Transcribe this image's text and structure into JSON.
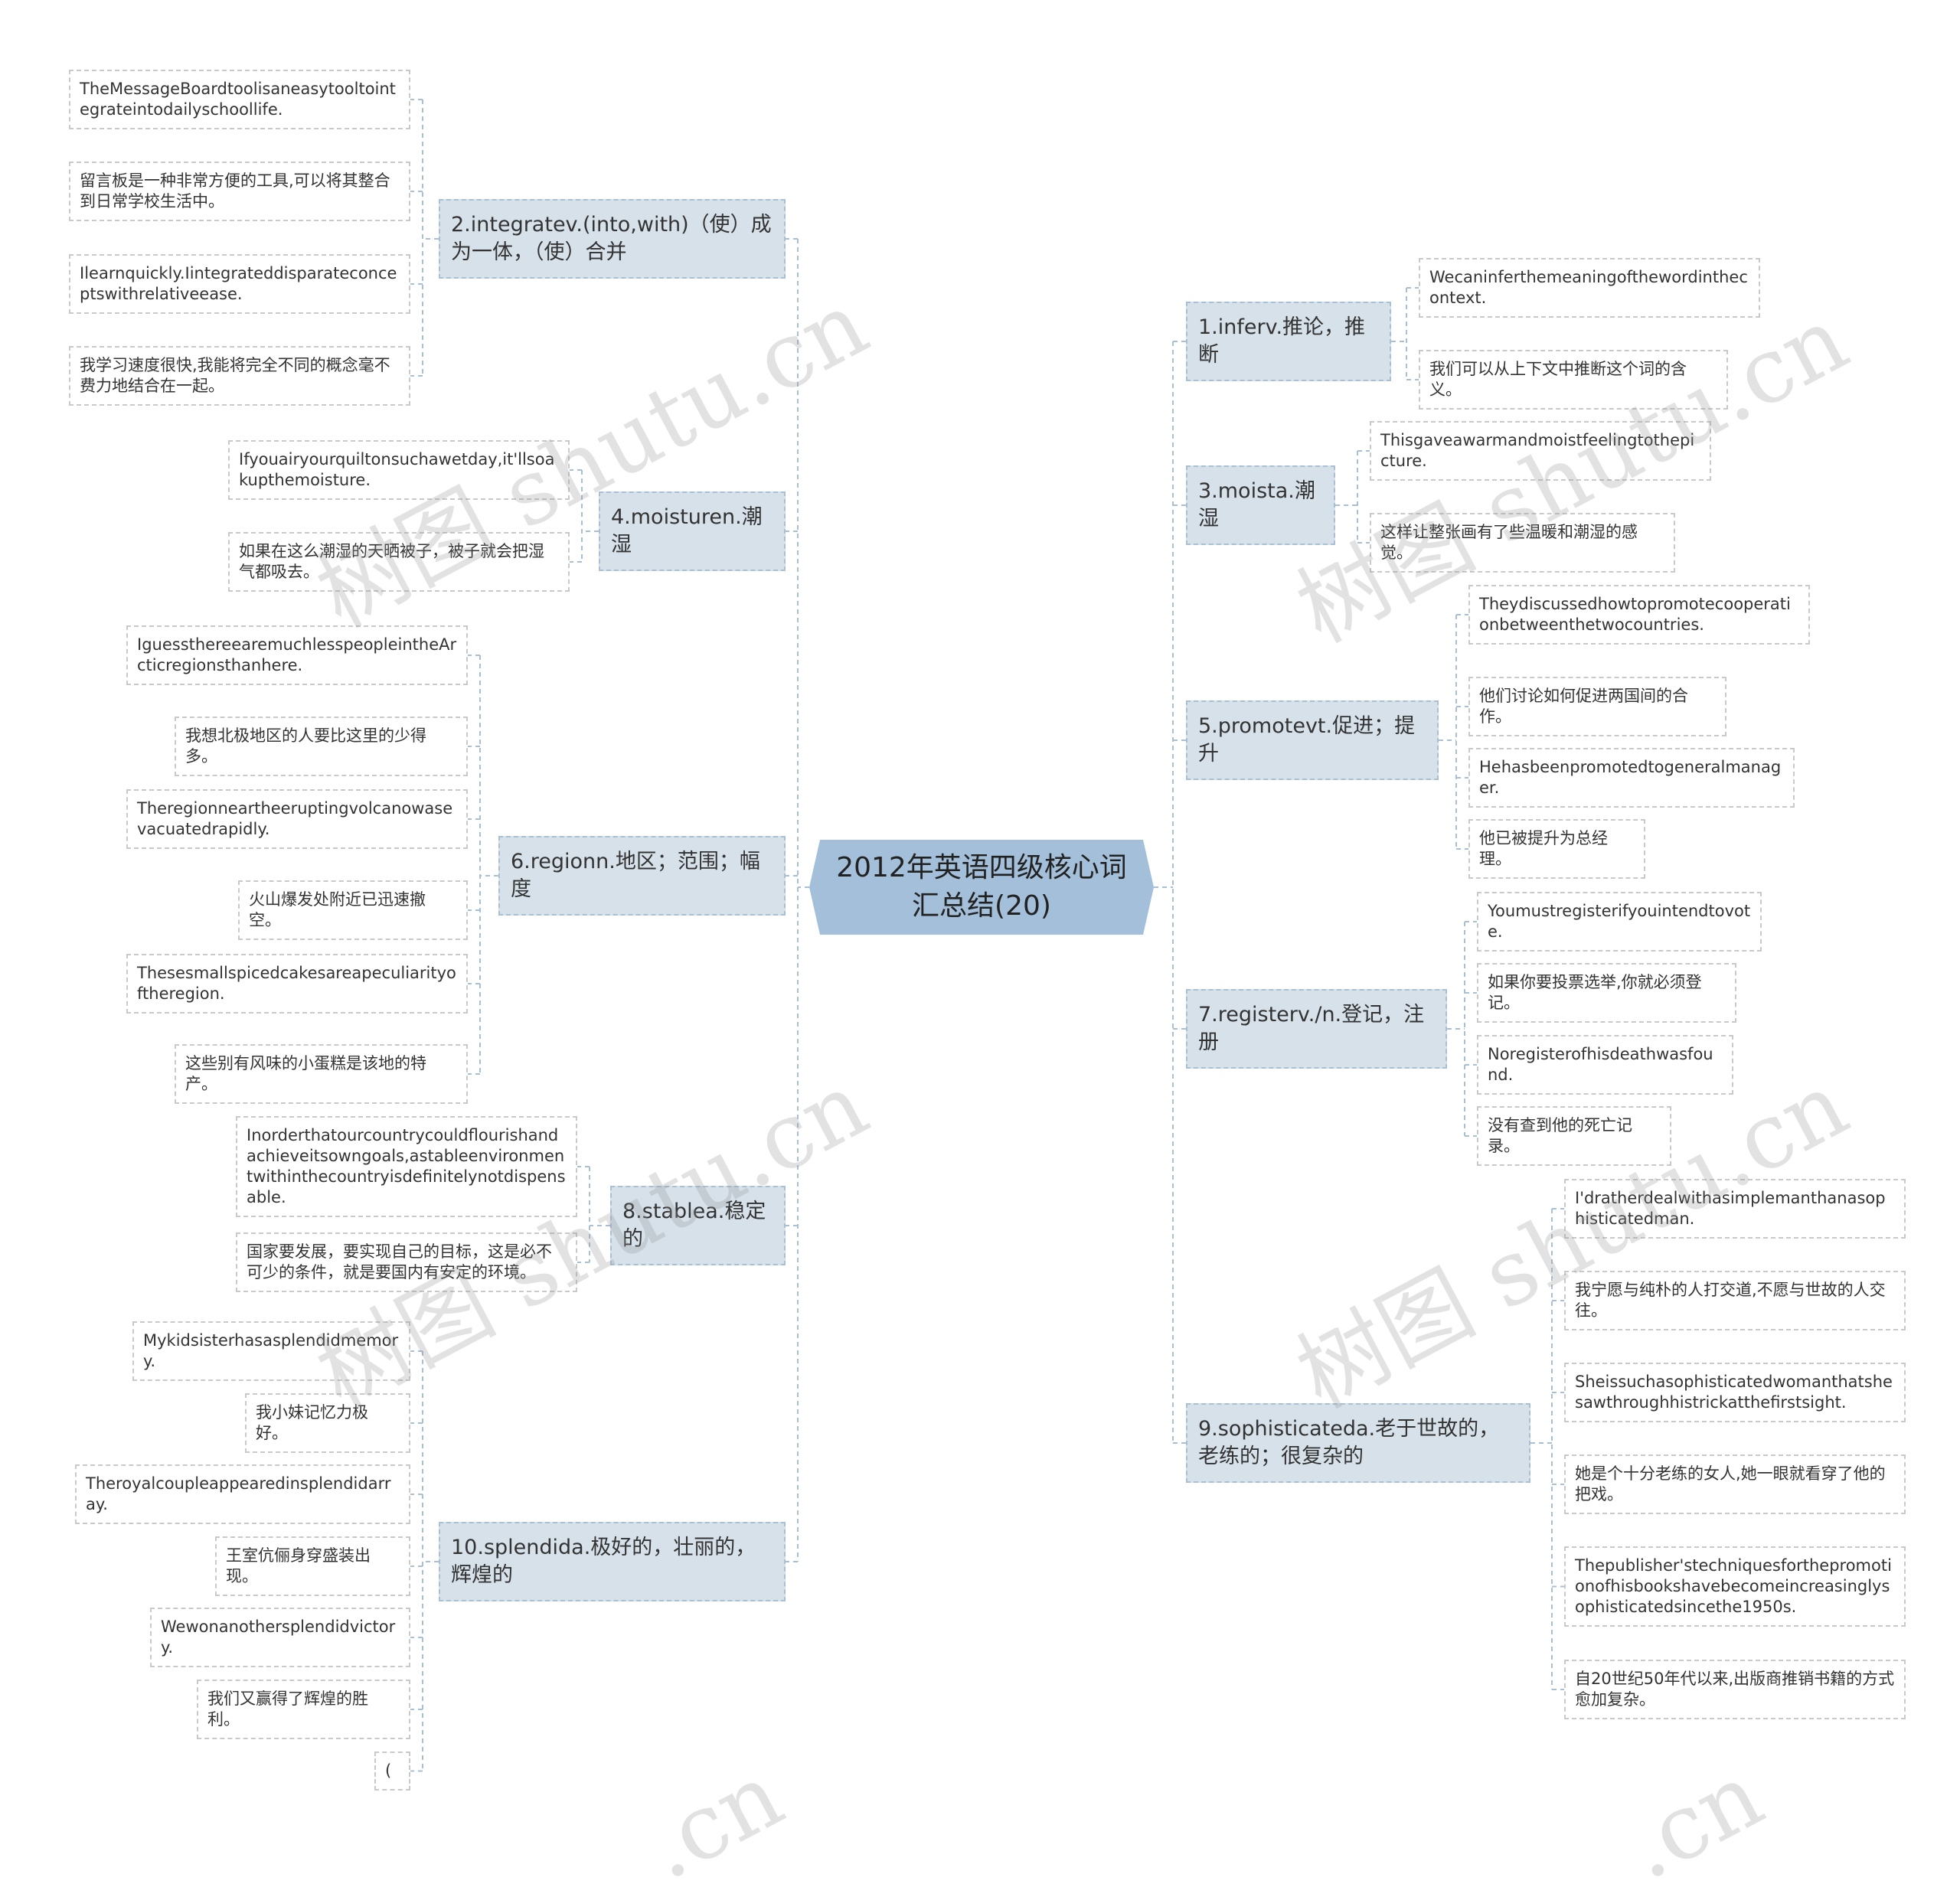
{
  "center": "2012年英语四级核心词汇总结(20)",
  "left": [
    {
      "topic": "2.integratev.(into,with)（使）成为一体，（使）合并",
      "leaves": [
        "TheMessageBoardtoolisaneasytooltointegrateintodailyschoollife.",
        "留言板是一种非常方便的工具,可以将其整合到日常学校生活中。",
        "Ilearnquickly.Iintegrateddisparateconceptswithrelativeease.",
        "我学习速度很快,我能将完全不同的概念毫不费力地结合在一起。"
      ]
    },
    {
      "topic": "4.moisturen.潮湿",
      "leaves": [
        "Ifyouairyourquiltonsuchawetday,it'llsoakupthemoisture.",
        "如果在这么潮湿的天晒被子，被子就会把湿气都吸去。"
      ]
    },
    {
      "topic": "6.regionn.地区；范围；幅度",
      "leaves": [
        "IguessthereearemuchlesspeopleintheArcticregionsthanhere.",
        "我想北极地区的人要比这里的少得多。",
        "Theregionneartheeruptingvolcanowasevacuatedrapidly.",
        "火山爆发处附近已迅速撤空。",
        "Thesesmallspicedcakesareapeculiarityoftheregion.",
        "这些别有风味的小蛋糕是该地的特产。"
      ]
    },
    {
      "topic": "8.stablea.稳定的",
      "leaves": [
        "Inorderthatourcountrycouldflourishandachieveitsowngoals,astableenvironmentwithinthecountryisdefinitelynotdispensable.",
        "国家要发展，要实现自己的目标，这是必不可少的条件，就是要国内有安定的环境。"
      ]
    },
    {
      "topic": "10.splendida.极好的，壮丽的，辉煌的",
      "leaves": [
        "Mykidsisterhasasplendidmemory.",
        "我小妹记忆力极好。",
        "Theroyalcoupleappearedinsplendidarray.",
        "王室伉俪身穿盛装出现。",
        "Wewonanothersplendidvictory.",
        "我们又赢得了辉煌的胜利。",
        "("
      ]
    }
  ],
  "right": [
    {
      "topic": "1.inferv.推论，推断",
      "leaves": [
        "Wecaninferthemeaningofthewordinthecontext.",
        "我们可以从上下文中推断这个词的含义。"
      ]
    },
    {
      "topic": "3.moista.潮湿",
      "leaves": [
        "Thisgaveawarmandmoistfeelingtothepicture.",
        "这样让整张画有了些温暖和潮湿的感觉。"
      ]
    },
    {
      "topic": "5.promotevt.促进；提升",
      "leaves": [
        "Theydiscussedhowtopromotecooperationbetweenthetwocountries.",
        "他们讨论如何促进两国间的合作。",
        "Hehasbeenpromotedtogeneralmanager.",
        "他已被提升为总经理。"
      ]
    },
    {
      "topic": "7.registerv./n.登记，注册",
      "leaves": [
        "Youmustregisterifyouintendtovote.",
        "如果你要投票选举,你就必须登记。",
        "Noregisterofhisdeathwasfound.",
        "没有查到他的死亡记录。"
      ]
    },
    {
      "topic": "9.sophisticateda.老于世故的，老练的；很复杂的",
      "leaves": [
        "I'dratherdealwithasimplemanthanasophisticatedman.",
        "我宁愿与纯朴的人打交道,不愿与世故的人交往。",
        "Sheissuchasophisticatedwomanthatshesawthroughhistrickatthefirstsight.",
        "她是个十分老练的女人,她一眼就看穿了他的把戏。",
        "Thepublisher'stechniquesforthepromotionofhisbookshavebecomeincreasinglysophisticatedsincethe1950s.",
        "自20世纪50年代以来,出版商推销书籍的方式愈加复杂。"
      ]
    }
  ],
  "watermarks": [
    "树图 shutu.cn",
    "树图 shutu.cn",
    "树图 shutu.cn",
    "树图 shutu.cn",
    ".cn",
    ".cn"
  ],
  "colors": {
    "center": "#a3bfd9",
    "topic": "#d6e1ea",
    "line": "#a9c0d4"
  }
}
